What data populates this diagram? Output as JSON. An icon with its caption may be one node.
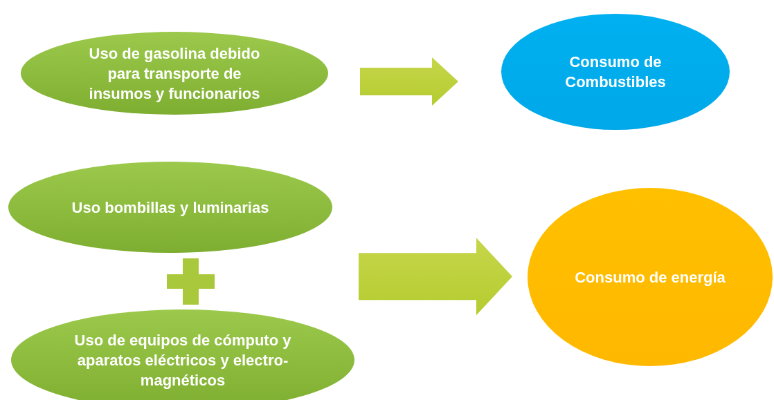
{
  "diagram": {
    "nodes": [
      {
        "text": [
          "Uso de gasolina debido para transporte de insumos y funcionarios"
        ]
      },
      {
        "text": [
          "Consumo de Combustibles"
        ]
      },
      {
        "text": [
          "Uso bombillas y luminarias"
        ]
      },
      {
        "text": [
          "Uso de equipos de cómputo y aparatos eléctricos y electro-magnéticos"
        ]
      },
      {
        "text": [
          "Consumo de energía"
        ]
      }
    ],
    "edges": [
      {
        "from": 0,
        "to": 1,
        "arrow": "to"
      },
      {
        "from": 2,
        "to": 4,
        "arrow": "to"
      },
      {
        "from": 3,
        "to": 4,
        "arrow": "to"
      }
    ]
  }
}
